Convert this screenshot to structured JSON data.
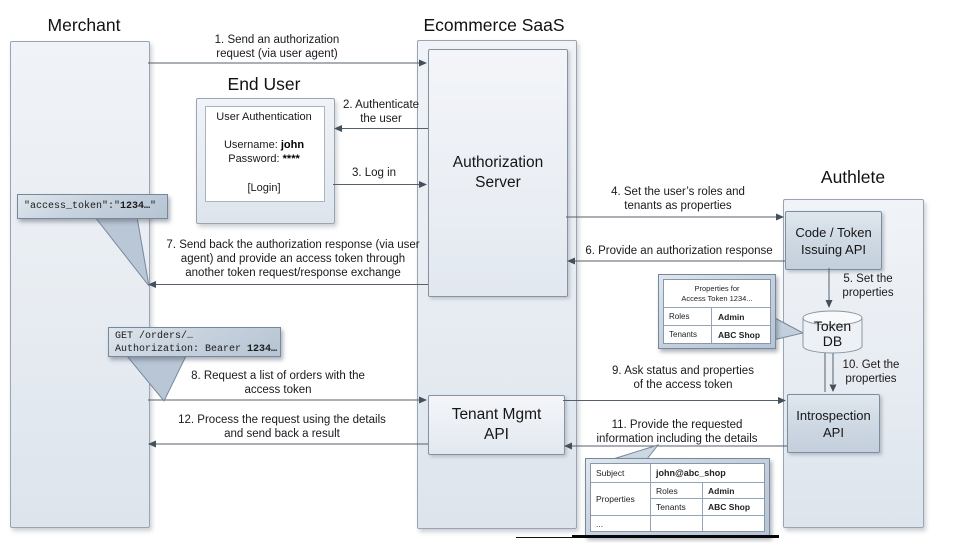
{
  "titles": {
    "merchant": "Merchant",
    "ecommerce": "Ecommerce SaaS",
    "end_user": "End User",
    "authlete": "Authlete"
  },
  "boxes": {
    "authorization_server": "Authorization\nServer",
    "tenant_mgmt": "Tenant Mgmt\nAPI",
    "code_token_issuing": "Code / Token\nIssuing API",
    "token_db": "Token\nDB",
    "introspection": "Introspection\nAPI"
  },
  "end_user_form": {
    "title": "User Authentication",
    "username_label": "Username: ",
    "username_value": "john",
    "password_label": "Password: ",
    "password_value": "****",
    "login_label": "[Login]"
  },
  "messages": {
    "m1": "1. Send an authorization\nrequest (via user agent)",
    "m2": "2. Authenticate\nthe user",
    "m3": "3. Log in",
    "m4": "4. Set the user’s roles and\ntenants as properties",
    "m5": "5. Set the\nproperties",
    "m6": "6. Provide an authorization response",
    "m7": "7. Send back the authorization response (via user\nagent) and provide an access token through\nanother token request/response exchange",
    "m8": "8. Request a list of orders with the\naccess token",
    "m9": "9. Ask status and properties\nof the access token",
    "m10": "10. Get the\nproperties",
    "m11": "11. Provide the requested\ninformation including the details",
    "m12": "12. Process the request using the details\nand send back a result"
  },
  "callouts": {
    "access_token": {
      "prefix": "\"access_token\":\"",
      "bold": "1234…",
      "suffix": "\""
    },
    "get_orders": {
      "line1": "GET /orders/…",
      "line2_prefix": "Authorization: Bearer ",
      "line2_bold": "1234…"
    },
    "token_properties": {
      "header": "Properties for\nAccess Token 1234...",
      "rows": [
        {
          "key": "Roles",
          "value": "Admin"
        },
        {
          "key": "Tenants",
          "value": "ABC Shop"
        }
      ]
    },
    "introspection_details": {
      "subject_label": "Subject",
      "subject_value": "john@abc_shop",
      "properties_label": "Properties",
      "rows": [
        {
          "key": "Roles",
          "value": "Admin"
        },
        {
          "key": "Tenants",
          "value": "ABC Shop"
        }
      ],
      "ellipsis": "..."
    }
  }
}
